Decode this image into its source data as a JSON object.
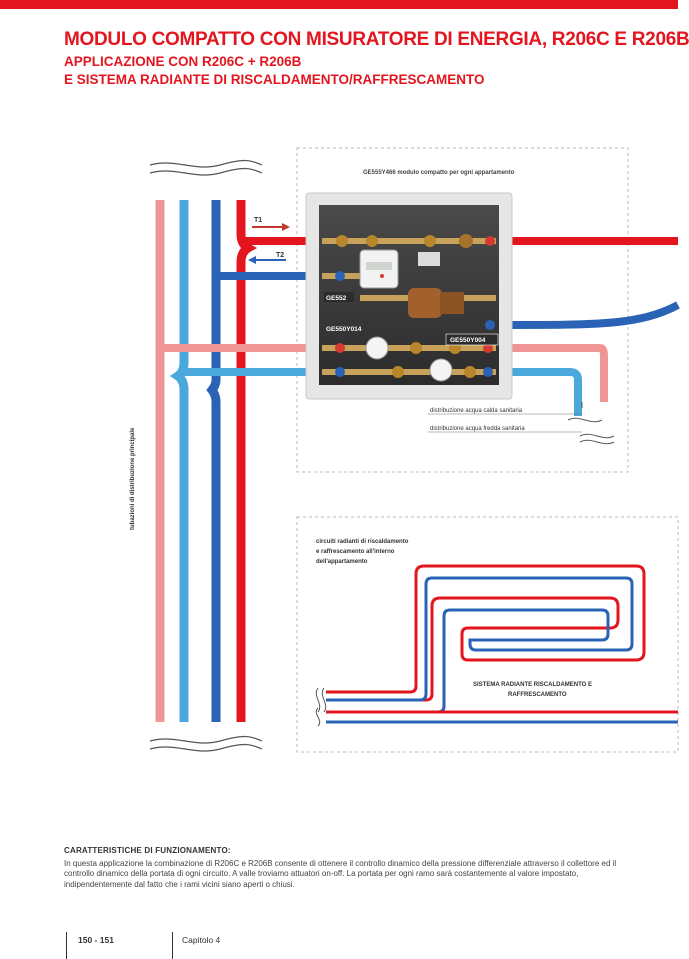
{
  "header": {
    "title": "MODULO COMPATTO CON MISURATORE DI ENERGIA, R206C E R206B",
    "subtitle_line1": "APPLICAZIONE CON R206C + R206B",
    "subtitle_line2": "E SISTEMA RADIANTE DI RISCALDAMENTO/RAFFRESCAMENTO"
  },
  "diagram": {
    "module_caption": "GE555Y466 modulo compatto per ogni appartamento",
    "t1": "T1",
    "t2": "T2",
    "ge552": "GE552",
    "ge550y014": "GE550Y014",
    "ge550y004": "GE550Y004",
    "hot_water": "distribuzione acqua calda sanitaria",
    "cold_water": "distribuzione acqua fredda sanitaria",
    "main_pipes": "tubazioni di distribuzione principale",
    "radiant_circuits_l1": "circuiti radianti di riscaldamento",
    "radiant_circuits_l2": "e raffrescamento all'interno",
    "radiant_circuits_l3": "dell'appartamento",
    "radiant_system_l1": "SISTEMA RADIANTE RISCALDAMENTO E",
    "radiant_system_l2": "RAFFRESCAMENTO",
    "colors": {
      "hot": "#e3161f",
      "cold": "#2a63b5",
      "hot_light": "#f08a8a",
      "cold_light": "#4aa8dc"
    }
  },
  "section": {
    "title": "CARATTERISTICHE DI FUNZIONAMENTO:",
    "body": "In questa applicazione la combinazione di R206C e R206B consente di ottenere il controllo dinamico della pressione differenziale attraverso il collettore ed il controllo dinamico della portata di ogni circuito. A valle troviamo attuatori on-off. La portata per ogni ramo sarà costantemente al valore impostato, indipendentemente dal fatto che i rami vicini siano aperti o chiusi."
  },
  "footer": {
    "pages": "150 - 151",
    "chapter": "Capitolo 4"
  }
}
